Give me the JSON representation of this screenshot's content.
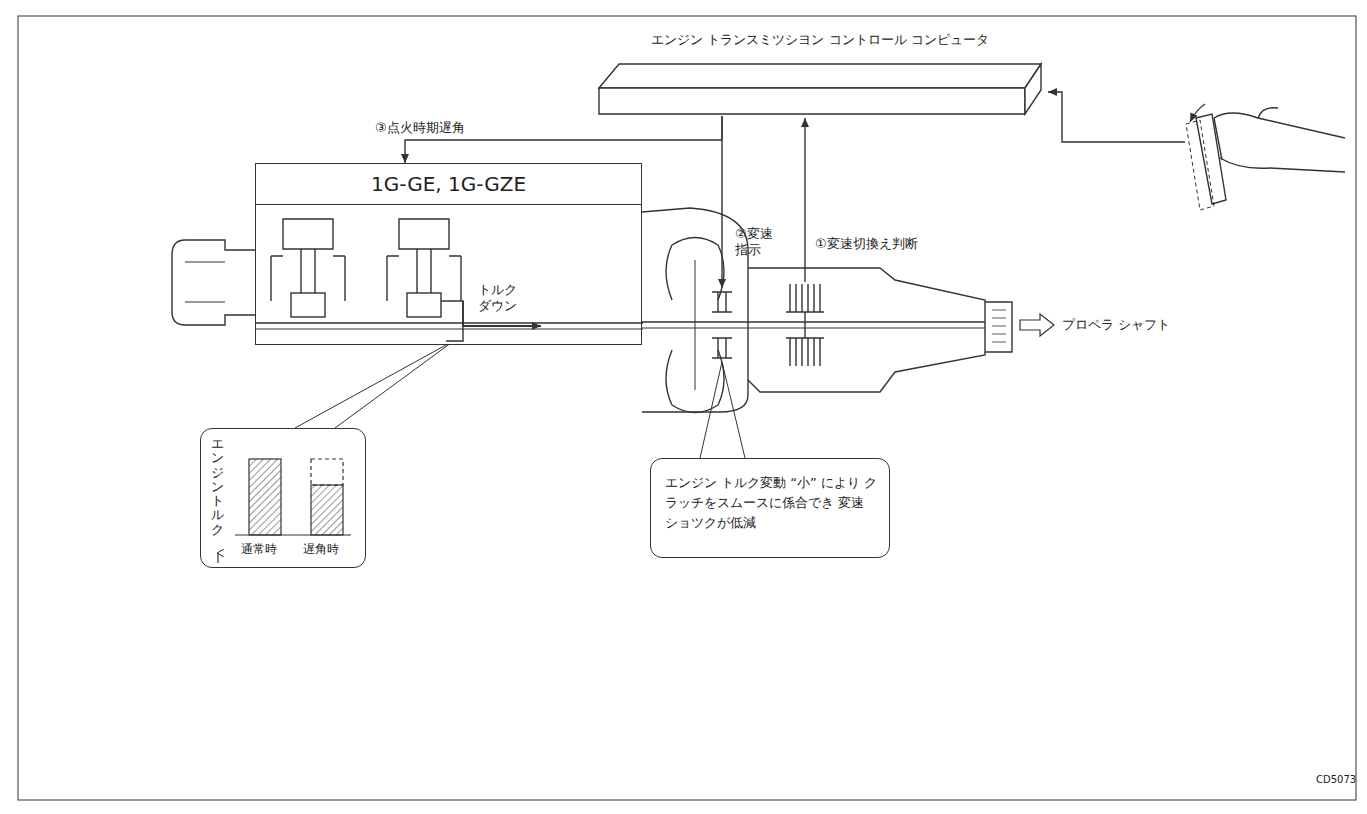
{
  "diagram": {
    "nodes": [
      {
        "text": [
          "エンジン トランスミツシヨン コントロール コンピュータ"
        ]
      },
      {
        "text": [
          "1G-GE, 1G-GZE"
        ]
      },
      {
        "text": [
          "エンジン トルク",
          "通常時",
          "遅角時"
        ]
      },
      {
        "text": [
          "エンジン トルク変動 “小” により クラッチをスムースに係合でき 変速ショツクが低減"
        ]
      }
    ],
    "edges": [
      {
        "from": 0,
        "to": 1,
        "label": "③点火時期遅角",
        "arrow": "to"
      }
    ],
    "labels": [
      "②変速 指示",
      "①変速切換え判断",
      "トルク ダウン",
      "プロペラ シャフト",
      "CD5073"
    ]
  }
}
